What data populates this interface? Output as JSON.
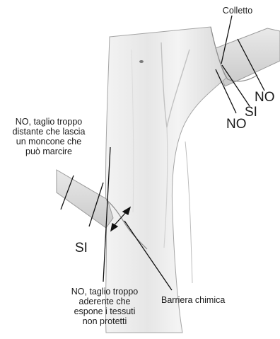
{
  "labels": {
    "colletto": "Colletto",
    "no_top_right": "NO",
    "si_top": "SI",
    "no_mid": "NO",
    "no_left_lines": [
      "NO, taglio troppo",
      "distante che lascia",
      "un moncone che",
      "può marcire"
    ],
    "si_left": "SI",
    "no_bottom_lines": [
      "NO, taglio troppo",
      "aderente che",
      "espone i tessuti",
      "non protetti"
    ],
    "barriera": "Barriera chimica"
  },
  "colors": {
    "trunk_fill": "#eaeaea",
    "trunk_shadow": "#cfcfcf",
    "line": "#111111"
  }
}
